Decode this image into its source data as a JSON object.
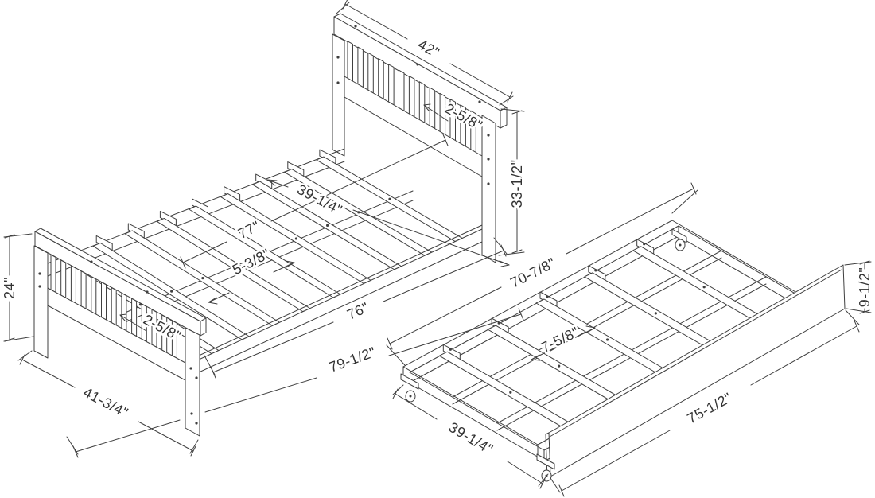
{
  "bed": {
    "dimensions": {
      "headboard_width": "42\"",
      "headboard_slat_spacing": "2-5/8\"",
      "headboard_height": "33-1/2\"",
      "slat_width": "39-1/4\"",
      "frame_length": "77\"",
      "slat_spacing": "5-3/8\"",
      "inner_length": "76\"",
      "overall_length": "79-1/2\"",
      "footboard_height": "24\"",
      "footboard_width": "41-3/4\"",
      "footboard_slat_spacing": "2-5/8\""
    }
  },
  "trundle": {
    "dimensions": {
      "frame_length": "70-7/8\"",
      "slat_spacing": "7-5/8\"",
      "width": "39-1/4\"",
      "panel_length": "75-1/2\"",
      "panel_height": "9-1/2\""
    }
  },
  "colors": {
    "line": "#3f3f3f",
    "background": "#ffffff"
  }
}
